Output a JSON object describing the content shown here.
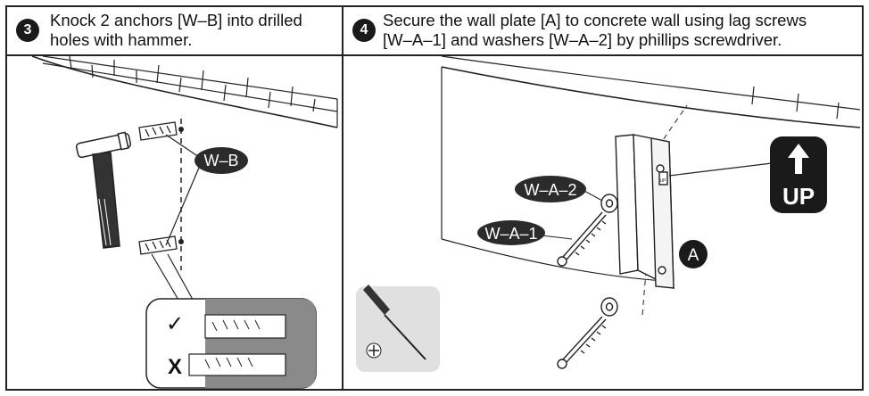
{
  "steps": [
    {
      "number": "3",
      "text": "Knock 2 anchors [W–B] into drilled\nholes with hammer.",
      "labels": {
        "anchor": "W–B",
        "correct_mark": "✓",
        "wrong_mark": "X"
      },
      "icons": [
        "hammer-icon",
        "wall-anchor-icon",
        "check-icon",
        "cross-icon"
      ]
    },
    {
      "number": "4",
      "text": "Secure the wall plate [A] to concrete wall using lag screws\n[W–A–1] and washers [W–A–2] by phillips screwdriver.",
      "labels": {
        "washer": "W–A–2",
        "lag_screw": "W–A–1",
        "plate": "A",
        "up_badge": "UP",
        "up_small": "UP"
      },
      "icons": [
        "screwdriver-icon",
        "phillips-head-icon",
        "up-arrow-icon",
        "wall-plate-icon",
        "lag-screw-icon",
        "washer-icon"
      ]
    }
  ],
  "colors": {
    "ink": "#1a1a1a",
    "badge_bg": "#2b2b2b",
    "callout_bg": "#8a8a8a",
    "tool_box": "#e0e0e0"
  }
}
